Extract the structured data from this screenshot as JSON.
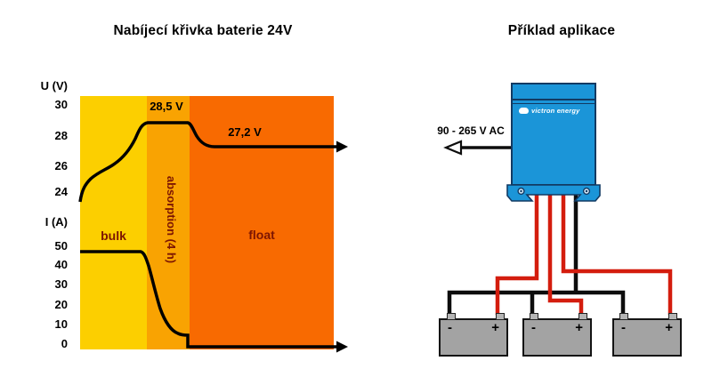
{
  "colors": {
    "bulk": "#fccf00",
    "absorption": "#f9a302",
    "float": "#f86a01",
    "phase-label": "#7c1502",
    "curve": "#000000",
    "wire-red": "#d41d0e",
    "wire-black": "#0d0d0d",
    "charger-blue": "#1b95d8",
    "charger-border": "#123a63",
    "battery-gray": "#a3a3a3",
    "battery-border": "#141414"
  },
  "left_chart": {
    "title": "Nabíjecí křivka baterie 24V",
    "voltage_axis": {
      "label": "U (V)",
      "ticks": [
        "30",
        "28",
        "26",
        "24"
      ]
    },
    "current_axis": {
      "label": "I (A)",
      "ticks": [
        "50",
        "40",
        "30",
        "20",
        "10",
        "0"
      ]
    },
    "phases": [
      {
        "label": "bulk"
      },
      {
        "label": "absorption (4 h)"
      },
      {
        "label": "float"
      }
    ],
    "annotations": {
      "absorption_voltage": "28,5 V",
      "float_voltage": "27,2 V"
    }
  },
  "right_diagram": {
    "title": "Příklad aplikace",
    "ac_input_label": "90 - 265 V AC",
    "charger_brand": "victron energy",
    "batteries": [
      {
        "minus": "-",
        "plus": "+"
      },
      {
        "minus": "-",
        "plus": "+"
      },
      {
        "minus": "-",
        "plus": "+"
      }
    ]
  },
  "chart_data": {
    "type": "line",
    "title": "Nabíjecí křivka baterie 24V",
    "x_axis": "time (unlabeled)",
    "phases": [
      "bulk",
      "absorption (4 h)",
      "float"
    ],
    "series": [
      {
        "name": "U (V)",
        "axis_ticks": [
          30,
          28,
          26,
          24
        ],
        "profile": [
          {
            "phase": "bulk",
            "from_V": 24,
            "to_V": 28.5
          },
          {
            "phase": "absorption",
            "hold_V": 28.5,
            "duration_h": 4
          },
          {
            "phase": "float",
            "hold_V": 27.2
          }
        ]
      },
      {
        "name": "I (A)",
        "axis_ticks": [
          50,
          40,
          30,
          20,
          10,
          0
        ],
        "profile": [
          {
            "phase": "bulk",
            "hold_A": 47
          },
          {
            "phase": "absorption",
            "decay_from_A": 47,
            "decay_to_A": 5
          },
          {
            "phase": "float",
            "hold_A": 0
          }
        ]
      }
    ]
  }
}
